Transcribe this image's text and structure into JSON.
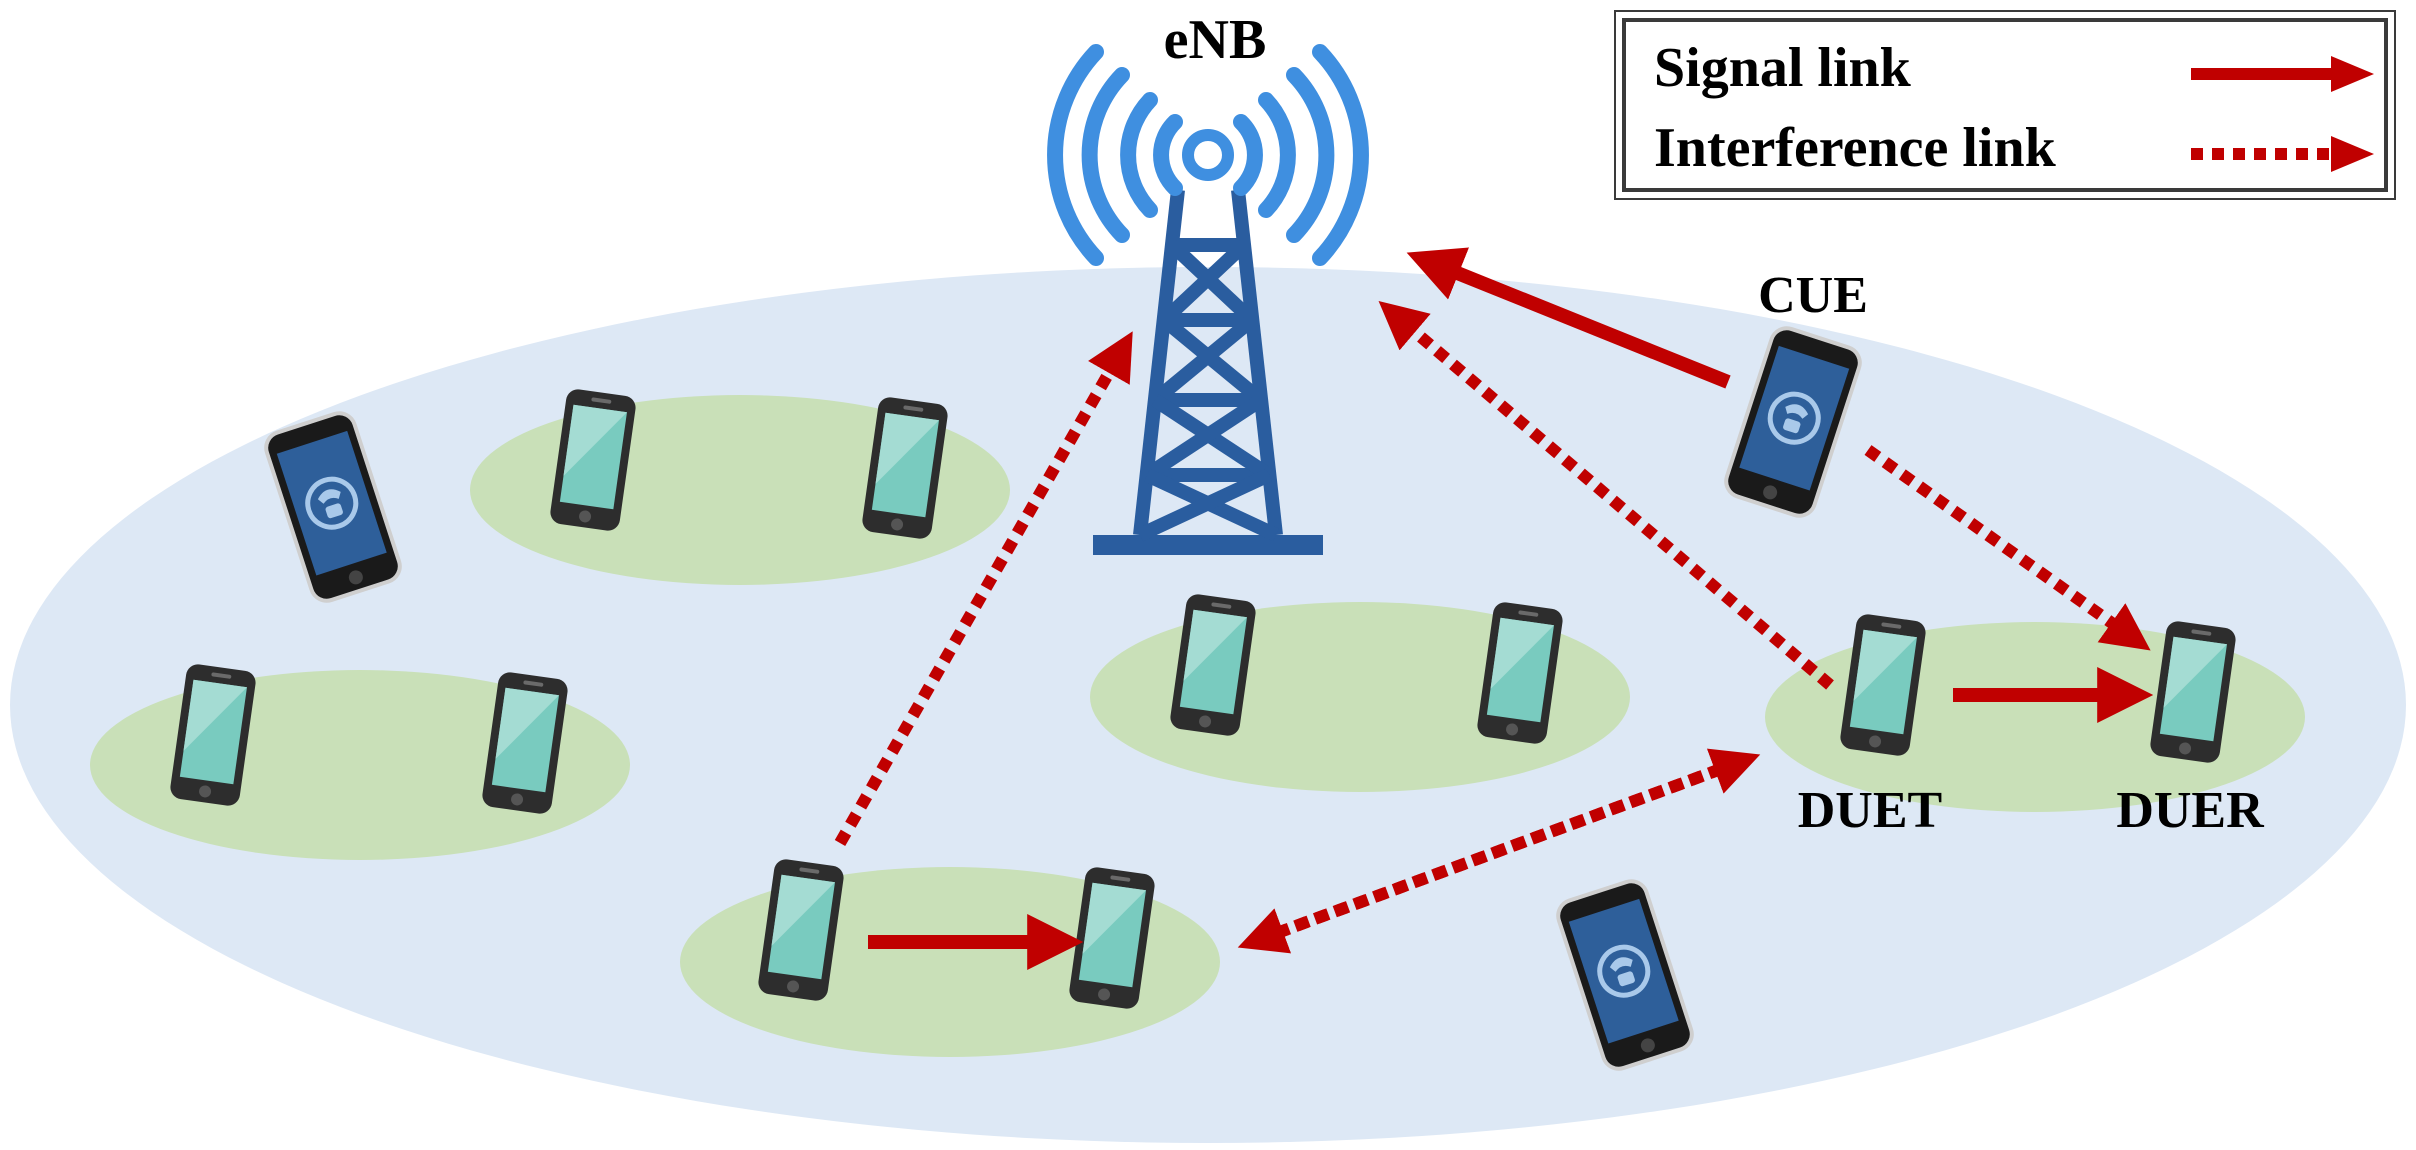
{
  "labels": {
    "enb": "eNB",
    "cue": "CUE",
    "duet": "DUET",
    "duer": "DUER"
  },
  "legend": {
    "signal_label": "Signal link",
    "interference_label": "Interference link"
  },
  "colors": {
    "cell_fill": "#dde8f5",
    "pair_fill": "#c9e0b8",
    "link": "#c00000",
    "tower": "#2a5d9f",
    "signal_waves": "#3f8fe0",
    "phone_screen": "#79cbbf",
    "phone_body": "#2d2d2d"
  },
  "icons": {
    "tower": "cell-tower-icon",
    "d2d_phone": "smartphone-icon",
    "cellular_phone": "phone-call-icon"
  }
}
